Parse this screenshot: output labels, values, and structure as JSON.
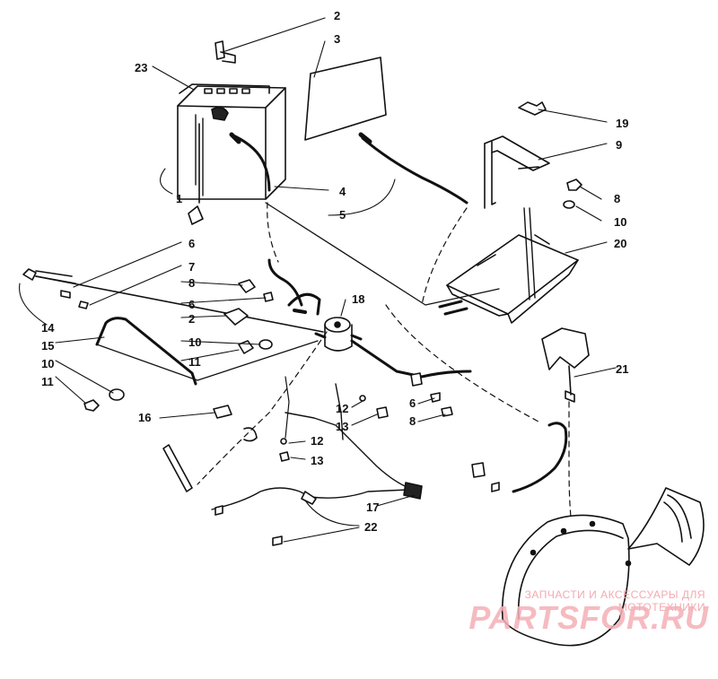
{
  "callouts": [
    "2",
    "3",
    "23",
    "19",
    "9",
    "1",
    "4",
    "5",
    "8",
    "10",
    "20",
    "6",
    "7",
    "8",
    "6",
    "18",
    "2",
    "14",
    "15",
    "10",
    "11",
    "10",
    "11",
    "21",
    "16",
    "6",
    "8",
    "12",
    "13",
    "12",
    "13",
    "17",
    "22"
  ],
  "watermark": {
    "caption": "ЗАПЧАСТИ И АКСЕССУАРЫ ДЛЯ МОТОТЕХНИКИ",
    "logo": "PARTSFOR.RU"
  },
  "colors": {
    "ink": "#111111",
    "watermark": "#f2a8ae"
  }
}
